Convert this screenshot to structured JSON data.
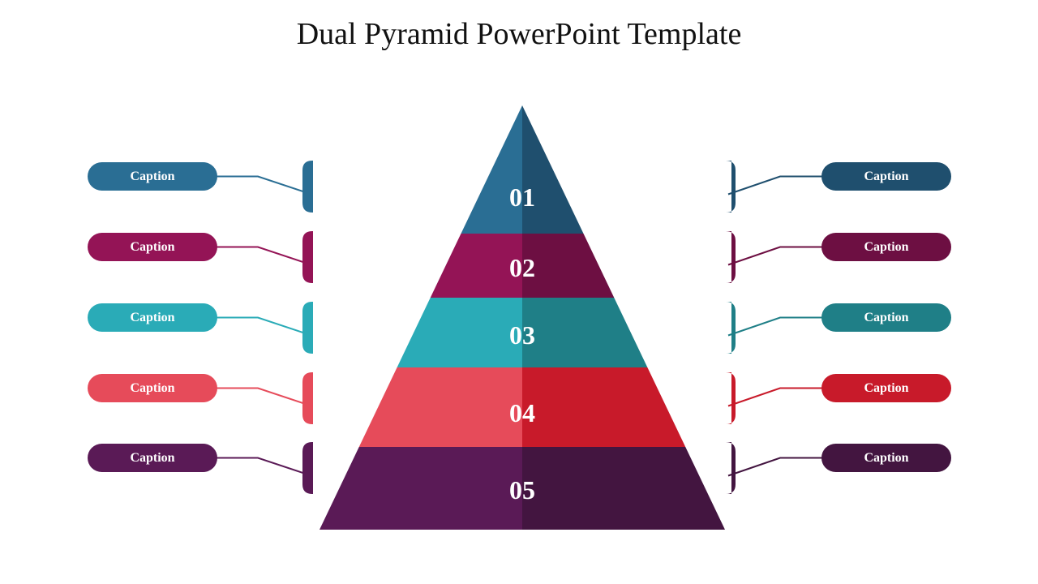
{
  "title": "Dual Pyramid PowerPoint Template",
  "levels": [
    {
      "label": "01",
      "left_color": "#2a6e94",
      "right_color": "#1f4f6e",
      "left_caption": "Caption",
      "right_caption": "Caption"
    },
    {
      "label": "02",
      "left_color": "#941456",
      "right_color": "#6d0f42",
      "left_caption": "Caption",
      "right_caption": "Caption"
    },
    {
      "label": "03",
      "left_color": "#2aabb7",
      "right_color": "#1f7f87",
      "left_caption": "Caption",
      "right_caption": "Caption"
    },
    {
      "label": "04",
      "left_color": "#e64b5a",
      "right_color": "#c81a2a",
      "left_caption": "Caption",
      "right_caption": "Caption"
    },
    {
      "label": "05",
      "left_color": "#5a1a56",
      "right_color": "#431540",
      "left_caption": "Caption",
      "right_caption": "Caption"
    }
  ]
}
